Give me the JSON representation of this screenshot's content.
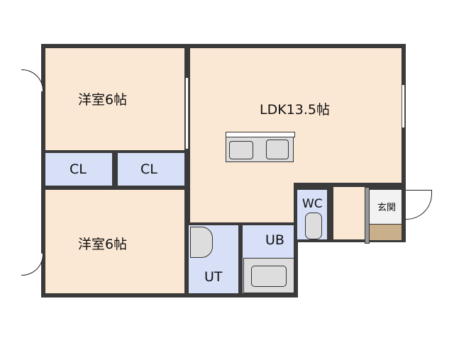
{
  "rooms": {
    "bedroom1": "洋室6帖",
    "bedroom2": "洋室6帖",
    "ldk": "LDK13.5帖",
    "closet1": "CL",
    "closet2": "CL",
    "wc": "WC",
    "unit_bath": "UB",
    "utility": "UT",
    "entrance": "玄関"
  },
  "colors": {
    "floor": "#fbe8d4",
    "wet_area": "#d7e0f7",
    "wall": "#3a3a3a",
    "shoe_box": "#c9b08a"
  }
}
